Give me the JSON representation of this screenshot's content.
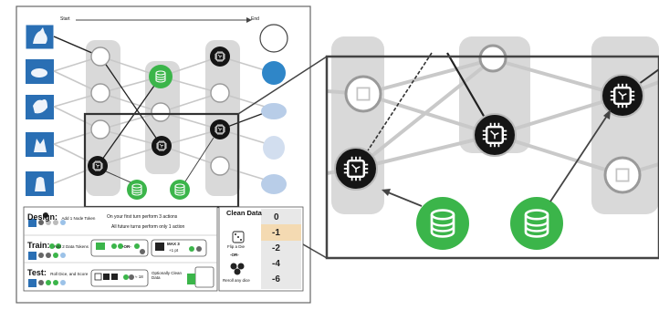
{
  "track": {
    "start_label": "Start",
    "end_label": "End"
  },
  "rules": {
    "design": {
      "title": "Design:",
      "subtitle": "Add 1 Node Token"
    },
    "train": {
      "title": "Train:",
      "subtitle": "Add 2 Data Tokens",
      "or_label": "-OR-",
      "max_label": "MAX 3",
      "plus_label": "+1 pt"
    },
    "test": {
      "title": "Test:",
      "subtitle": "Roll Dice, and Score",
      "approx_label": "≈ 18",
      "optional_label": "Optionally Clean Data"
    },
    "turn_notes": {
      "first": "On your first turn perform 3 actions",
      "future": "All future turns perform only 1 action"
    }
  },
  "clean_data": {
    "title": "Clean Data",
    "flip_label": "Flip a Die",
    "or_label": "-OR-",
    "reroll_label": "Reroll any dice",
    "scores": [
      "0",
      "-1",
      "-2",
      "-4",
      "-6"
    ],
    "highlight_index": 1
  },
  "colors": {
    "green": "#3bb54a",
    "dark_chip": "#151515",
    "panel_gray": "#d9d9d9",
    "highlight": "#f4dab2",
    "blue_tile": "#2a6fb4"
  },
  "icons": [
    "animal-tile-icon",
    "node-chip-icon",
    "data-token-icon",
    "die-icon",
    "arrow-icon"
  ]
}
